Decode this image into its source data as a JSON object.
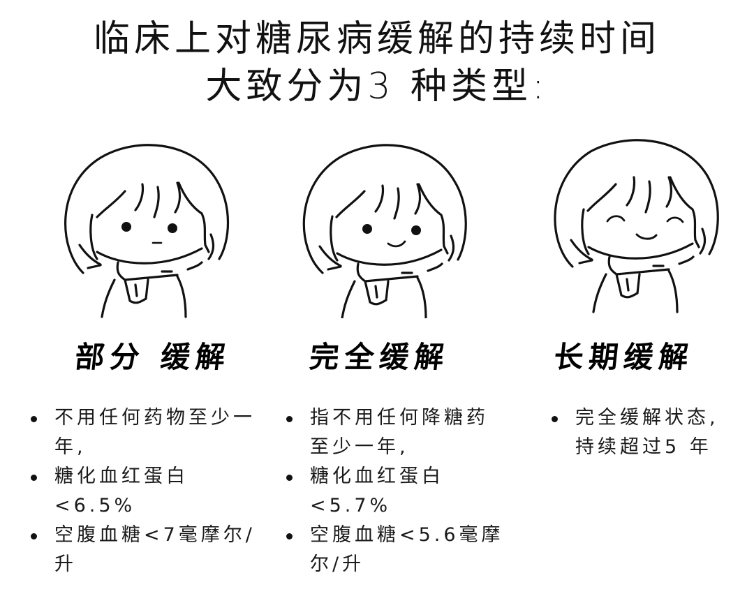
{
  "title": {
    "line1": "临床上对糖尿病缓解的持续时间",
    "line2": "大致分为3 种类型:"
  },
  "types": [
    {
      "heading": "部分 缓解",
      "expression": "neutral",
      "bullets": [
        "不用任何药物至少一年,",
        "糖化血红蛋白<6.5%",
        "空腹血糖<7毫摩尔/升"
      ]
    },
    {
      "heading": "完全缓解",
      "expression": "smile",
      "bullets": [
        "指不用任何降糖药至少一年,",
        "糖化血红蛋白<5.7%",
        "空腹血糖<5.6毫摩尔/升"
      ]
    },
    {
      "heading": "长期缓解",
      "expression": "happy-closed-eyes",
      "bullets": [
        "完全缓解状态,持续超过5 年"
      ]
    }
  ]
}
